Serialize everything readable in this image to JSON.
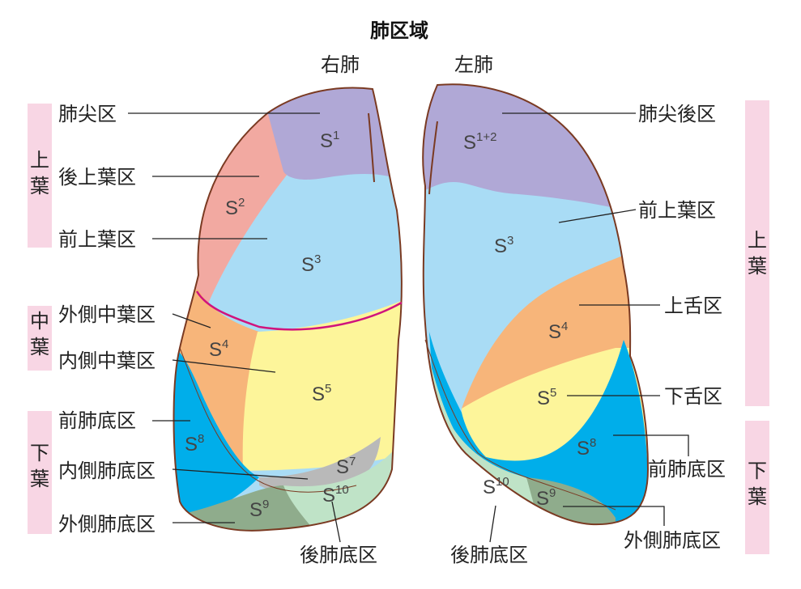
{
  "title": "肺区域",
  "right_lung": {
    "heading": "右肺",
    "lobes": [
      "上葉",
      "中葉",
      "下葉"
    ],
    "labels": [
      "肺尖区",
      "後上葉区",
      "前上葉区",
      "外側中葉区",
      "内側中葉区",
      "前肺底区",
      "内側肺底区",
      "外側肺底区",
      "後肺底区"
    ],
    "segments": [
      "1",
      "2",
      "3",
      "4",
      "5",
      "8",
      "7",
      "10",
      "9"
    ]
  },
  "left_lung": {
    "heading": "左肺",
    "lobes": [
      "上葉",
      "下葉"
    ],
    "labels": [
      "肺尖後区",
      "前上葉区",
      "上舌区",
      "下舌区",
      "前肺底区",
      "外側肺底区",
      "後肺底区"
    ],
    "segments": [
      "1+2",
      "3",
      "4",
      "5",
      "8",
      "10",
      "9"
    ]
  },
  "segment_prefix": "S",
  "colors": {
    "s1": "#b0a8d6",
    "s2": "#f2a9a1",
    "s3": "#a9dcf5",
    "s4": "#f7b57a",
    "s5": "#fdf59a",
    "s8": "#00aeea",
    "s7": "#b9b9b9",
    "s9": "#8fac8c",
    "s10": "#bfe3c7",
    "lobe_band": "#f8d6e4",
    "fissure": "#d0147d",
    "outline": "#7a3a22"
  }
}
